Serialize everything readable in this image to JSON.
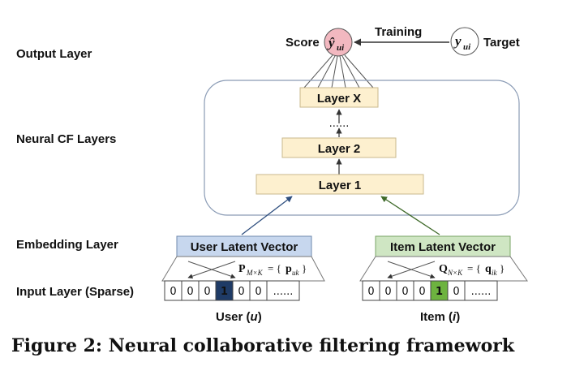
{
  "layers": {
    "output": "Output Layer",
    "neural_cf": "Neural CF Layers",
    "embedding": "Embedding Layer",
    "input": "Input Layer (Sparse)"
  },
  "output": {
    "score_label": "Score",
    "prediction_symbol": "ŷ",
    "prediction_subscript": "ui",
    "training_label": "Training",
    "target_symbol": "y",
    "target_subscript": "ui",
    "target_label": "Target"
  },
  "hidden": {
    "layer_x": "Layer X",
    "dots": "......",
    "layer_2": "Layer 2",
    "layer_1": "Layer 1"
  },
  "user": {
    "latent_label": "User Latent Vector",
    "matrix_sym": "P",
    "matrix_sub": "M×K",
    "matrix_eq": "= {",
    "matrix_elem": "p",
    "matrix_elem_sub": "uk",
    "matrix_close": "}",
    "cells": [
      "0",
      "0",
      "0",
      "1",
      "0",
      "0",
      "......"
    ],
    "active_index": 3,
    "active_color": "#1f3b66",
    "caption": "User (",
    "caption_var": "u",
    "caption_end": ")"
  },
  "item": {
    "latent_label": "Item Latent Vector",
    "matrix_sym": "Q",
    "matrix_sub": "N×K",
    "matrix_eq": "= {",
    "matrix_elem": "q",
    "matrix_elem_sub": "ik",
    "matrix_close": "}",
    "cells": [
      "0",
      "0",
      "0",
      "0",
      "1",
      "0",
      "......"
    ],
    "active_index": 4,
    "active_color": "#6db33f",
    "caption": "Item (",
    "caption_var": "i",
    "caption_end": ")"
  },
  "colors": {
    "layer_fill": "#fdf0cf",
    "user_latent_fill": "#c7d7ee",
    "item_latent_fill": "#cfe6c3",
    "prediction_fill": "#f2b8c0",
    "arrow": "#333333",
    "arrow_blue": "#2f4f7f",
    "arrow_green": "#3f6a2a"
  },
  "figure_caption": "Figure 2: Neural collaborative filtering framework"
}
